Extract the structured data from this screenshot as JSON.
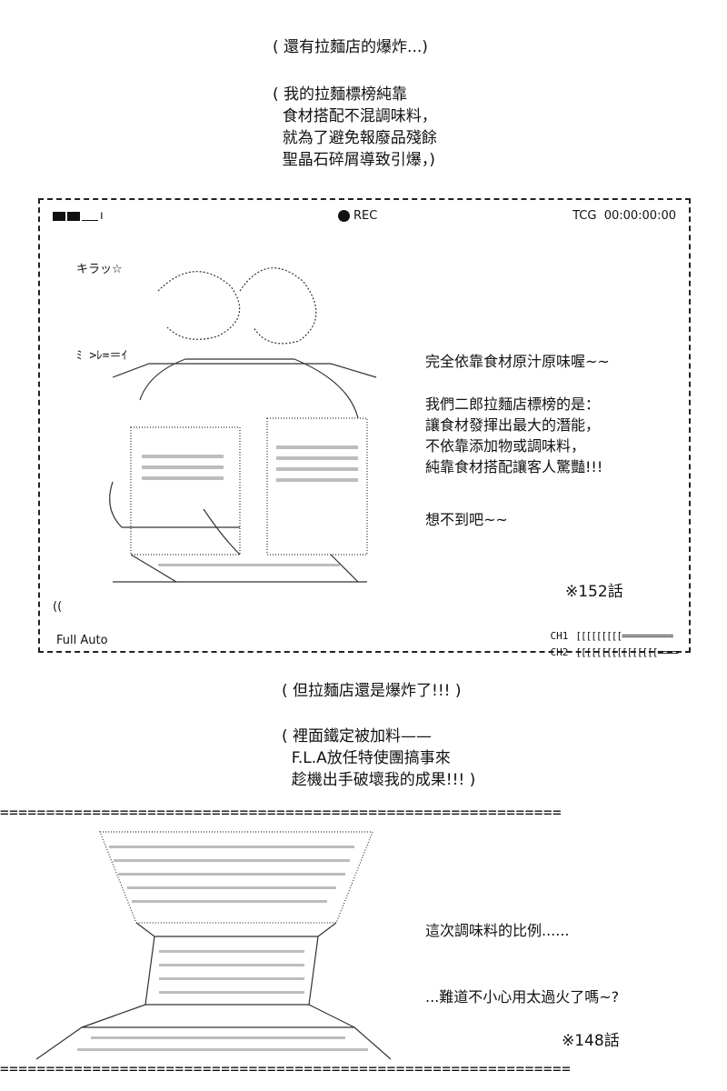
{
  "narration_top": [
    "( 還有拉麵店的爆炸...)",
    "( 我的拉麵標榜純靠\n  食材搭配不混調味料，\n  就為了避免報廢品殘餘\n  聖晶石碎屑導致引爆，)"
  ],
  "narration_mid": [
    "( 但拉麵店還是爆炸了!!! )",
    "( 裡面鐵定被加料——\n  F.L.A放任特使團搞事來\n  趁機出手破壞我的成果!!! )"
  ],
  "camera": {
    "battery_suffix": "ı",
    "rec_label": "REC",
    "timecode": "TCG  00:00:00:00",
    "mode": "Full Auto",
    "mark": "((",
    "channels": [
      {
        "label": "CH1",
        "bar": "[[[[[[[[[==========",
        "level": 0.47
      },
      {
        "label": "CH2",
        "bar": "[[[[[[[[[[[[[[[[====",
        "level": 0.76
      }
    ]
  },
  "panel1": {
    "sfx": "キラッ☆",
    "art_text": "ﾐ >ﾚ=＝ｲ",
    "line1": "完全依靠食材原汁原味喔~~",
    "line2": "我們二郎拉麵店標榜的是：\n讓食材發揮出最大的潛能，\n不依靠添加物或調味料，\n純靠食材搭配讓客人驚豔!!!",
    "line3": "想不到吧~~",
    "episode": "※152話"
  },
  "panel2": {
    "line1": "這次調味料的比例......",
    "line2": "...難道不小心用太過火了嗎~?",
    "episode": "※148話"
  },
  "rules": {
    "top": "=============================================================",
    "bottom": "=============================================================="
  }
}
